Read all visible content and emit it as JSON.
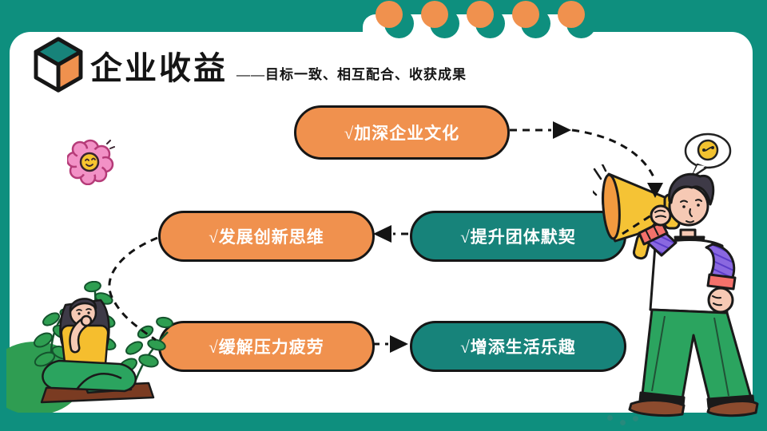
{
  "title": {
    "text": "企业收益",
    "subtitle": "——目标一致、相互配合、收获成果"
  },
  "pills": [
    {
      "label": "√加深企业文化",
      "style": "orange"
    },
    {
      "label": "√发展创新思维",
      "style": "orange"
    },
    {
      "label": "√提升团体默契",
      "style": "teal"
    },
    {
      "label": "√缓解压力疲劳",
      "style": "orange"
    },
    {
      "label": "√增添生活乐趣",
      "style": "teal"
    }
  ],
  "icons": {
    "logo": "cube-icon",
    "sticker_left": "flower-smiley-icon",
    "bubble": "speech-bubble-smiley-icon",
    "illustration_right": "man-with-megaphone",
    "illustration_bottom_left": "woman-sitting-with-plants"
  },
  "colors": {
    "frame_teal": "#0E8F7E",
    "pill_teal": "#17837A",
    "orange": "#F0914E",
    "outline": "#161616",
    "megaphone_yellow": "#F5C335",
    "skin": "#F6C9B4",
    "hair": "#3E3A47",
    "sleeve_purple": "#8A68E0",
    "cuff_red": "#F4716B",
    "pants_green": "#2BA45F",
    "shirt_yellow": "#F5BE2E",
    "leaf_green": "#2E9E51",
    "flower_pink": "#F291C6",
    "shoe_brown": "#8C4B2E"
  }
}
